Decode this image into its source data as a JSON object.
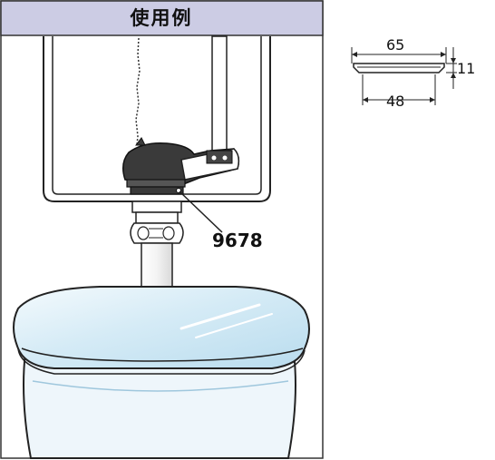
{
  "usage_panel": {
    "title": "使用例",
    "part_number": "9678"
  },
  "dimension_drawing": {
    "top_diameter": "65",
    "bottom_diameter": "48",
    "height": "11"
  },
  "colors": {
    "header_bg": "#cccce4",
    "outline": "#222222",
    "tank_bg": "#ffffff",
    "flapper": "#3a3a3a",
    "seat_blue": "#cfe6f2",
    "seat_highlight": "#a9d4ea",
    "bowl_light": "#eef6fb"
  }
}
